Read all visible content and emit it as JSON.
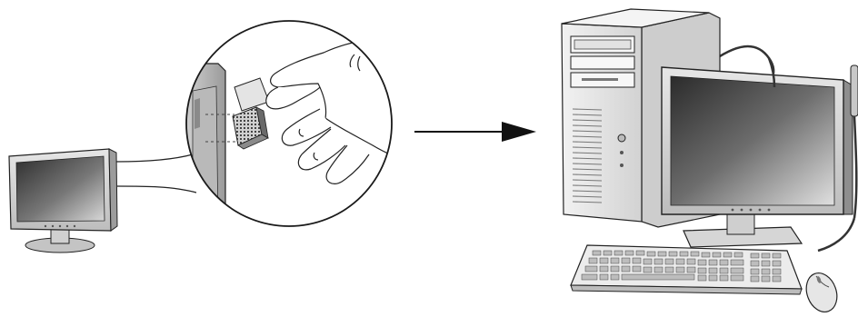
{
  "diagram": {
    "left_group": {
      "name": "small-monitor-with-magnified-attachment",
      "magnifier": "hand-attaching-adhesive-pad-to-monitor-side"
    },
    "arrow": {
      "direction": "right"
    },
    "right_group": {
      "name": "desktop-pc-with-monitor-and-attached-cable-device",
      "parts": [
        "tower-pc",
        "monitor",
        "keyboard",
        "mouse",
        "cable-device"
      ]
    },
    "colors": {
      "background": "#ffffff",
      "outline": "#1a1a1a",
      "screen_dark": "#3a3a3a",
      "screen_light": "#d8d8d8",
      "bezel": "#cfcfcf",
      "tower": "#e9e9e9"
    }
  }
}
